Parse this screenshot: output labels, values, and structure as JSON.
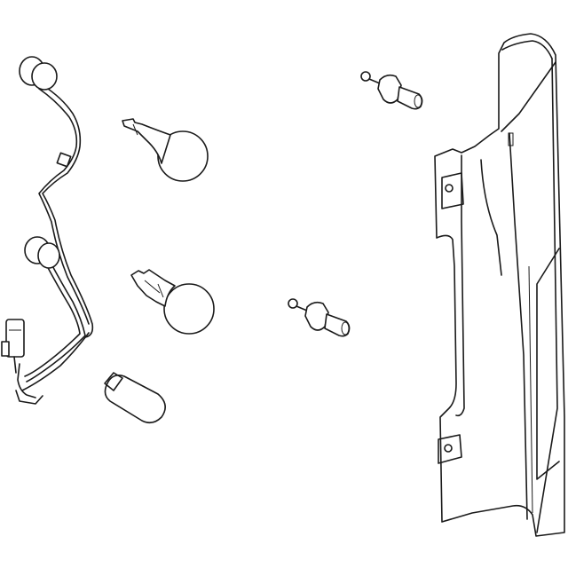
{
  "diagram": {
    "subject": "",
    "colors": {
      "line": "#1a1a1a",
      "background": "#ffffff"
    },
    "parts": [
      {
        "id": "wiring-harness"
      },
      {
        "id": "bulb-upper"
      },
      {
        "id": "bulb-middle"
      },
      {
        "id": "wedge-bulb"
      },
      {
        "id": "bulb-socket-upper"
      },
      {
        "id": "bulb-socket-lower"
      },
      {
        "id": "tail-lamp-housing"
      }
    ]
  }
}
